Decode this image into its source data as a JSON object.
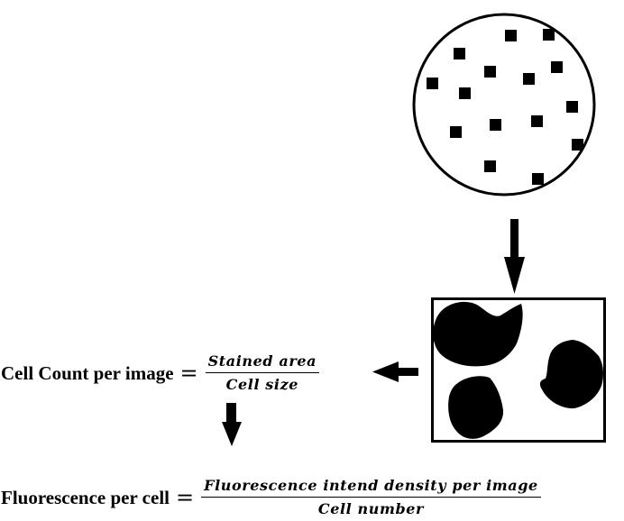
{
  "colors": {
    "ink": "#000000",
    "background": "#ffffff"
  },
  "equations": {
    "cell_count": {
      "label": "Cell Count per image",
      "operator": "=",
      "numerator": "Stained area",
      "denominator": "Cell size"
    },
    "fluorescence": {
      "label": "Fluorescence per cell",
      "operator": "=",
      "numerator": "Fluorescence intend density per image",
      "denominator": "Cell number"
    }
  }
}
